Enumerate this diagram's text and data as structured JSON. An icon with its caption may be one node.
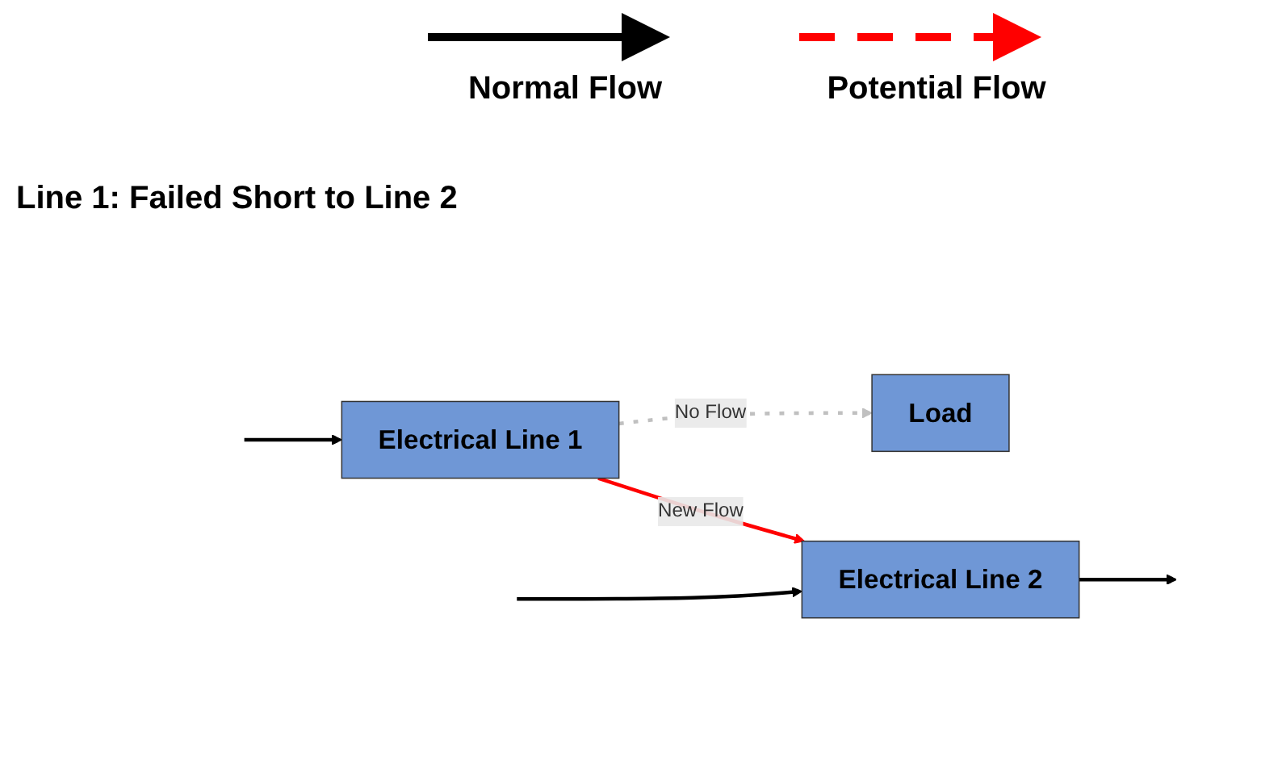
{
  "diagram": {
    "title": "Line 1: Failed Short to Line 2",
    "nodes": [
      {
        "text": [
          "Electrical Line 1"
        ]
      },
      {
        "text": [
          "Load"
        ]
      },
      {
        "text": [
          "Electrical Line 2"
        ]
      }
    ],
    "edges": [
      {
        "from": null,
        "to": 0,
        "arrow": "to"
      },
      {
        "from": 0,
        "to": 1,
        "arrow": "to",
        "label": "No Flow",
        "style": "dashed",
        "color": "#c0c0c0"
      },
      {
        "from": 0,
        "to": 2,
        "arrow": "to",
        "label": "New Flow",
        "color": "#ff0000"
      },
      {
        "from": null,
        "to": 2,
        "arrow": "to"
      },
      {
        "from": 2,
        "to": null,
        "arrow": "to"
      }
    ],
    "legend": [
      {
        "text": "Normal Flow"
      },
      {
        "text": "Potential Flow"
      }
    ]
  }
}
